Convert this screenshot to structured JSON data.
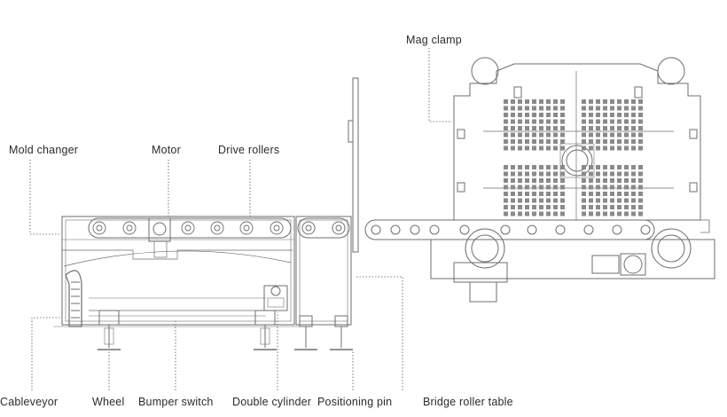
{
  "labels": {
    "mag_clamp": "Mag clamp",
    "mold_changer": "Mold changer",
    "motor": "Motor",
    "drive_rollers": "Drive rollers",
    "cableveyor": "Cableveyor",
    "wheel": "Wheel",
    "bumper_switch": "Bumper switch",
    "double_cylinder": "Double cylinder",
    "positioning_pin": "Positioning pin",
    "bridge_roller_table": "Bridge roller table"
  },
  "colors": {
    "line": "#6e6e6e",
    "leader": "#555555",
    "text": "#2b2b2b",
    "background": "#ffffff"
  }
}
